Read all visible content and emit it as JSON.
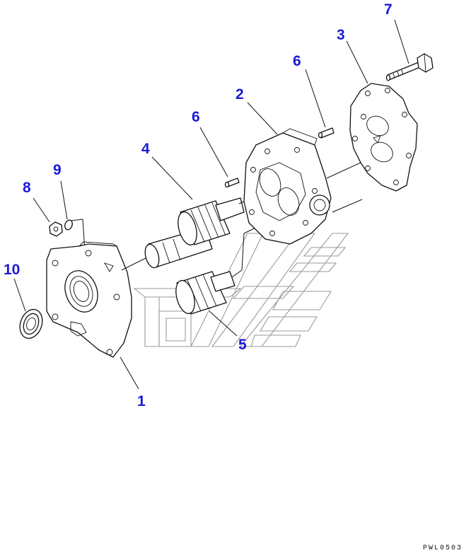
{
  "diagram_code": "PWL0503",
  "part_numbers": [
    "1",
    "2",
    "3",
    "4",
    "5",
    "6",
    "6",
    "7",
    "8",
    "9",
    "10"
  ]
}
